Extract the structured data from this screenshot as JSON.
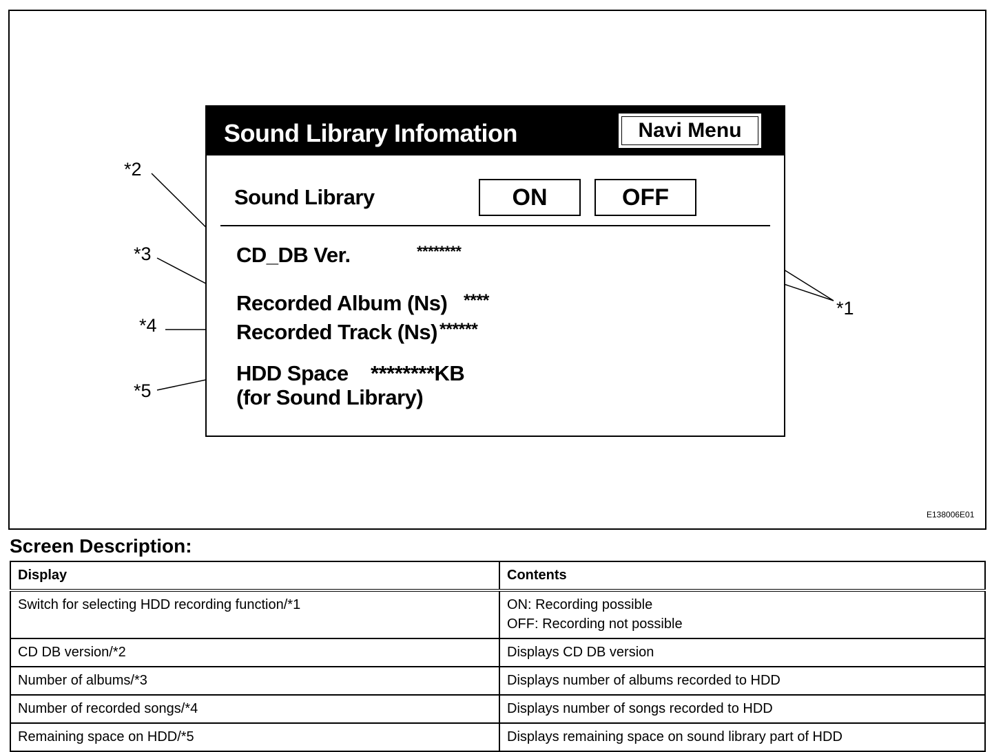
{
  "screen": {
    "title": "Sound Library Infomation",
    "navi_button": "Navi Menu",
    "sound_library_label": "Sound Library",
    "on_button": "ON",
    "off_button": "OFF",
    "cd_db_label": "CD_DB Ver.",
    "cd_db_value": "********",
    "album_label": "Recorded Album (Ns)",
    "album_value": "****",
    "track_label": "Recorded Track (Ns)",
    "track_value": "******",
    "hdd_label": "HDD Space",
    "hdd_value": "********KB",
    "hdd_sublabel": "(for  Sound Library)"
  },
  "callouts": [
    "*1",
    "*2",
    "*3",
    "*4",
    "*5"
  ],
  "figure_code": "E138006E01",
  "section_heading": "Screen Description:",
  "table": {
    "headers": [
      "Display",
      "Contents"
    ],
    "rows": [
      {
        "display": "Switch for selecting HDD recording function/*1",
        "contents": [
          "ON: Recording possible",
          "OFF: Recording not possible"
        ]
      },
      {
        "display": "CD DB version/*2",
        "contents": [
          "Displays CD DB version"
        ]
      },
      {
        "display": "Number of albums/*3",
        "contents": [
          "Displays number of albums recorded to HDD"
        ]
      },
      {
        "display": "Number of recorded songs/*4",
        "contents": [
          "Displays number of songs recorded to HDD"
        ]
      },
      {
        "display": "Remaining space on HDD/*5",
        "contents": [
          "Displays remaining space on sound library part of HDD"
        ]
      }
    ]
  }
}
